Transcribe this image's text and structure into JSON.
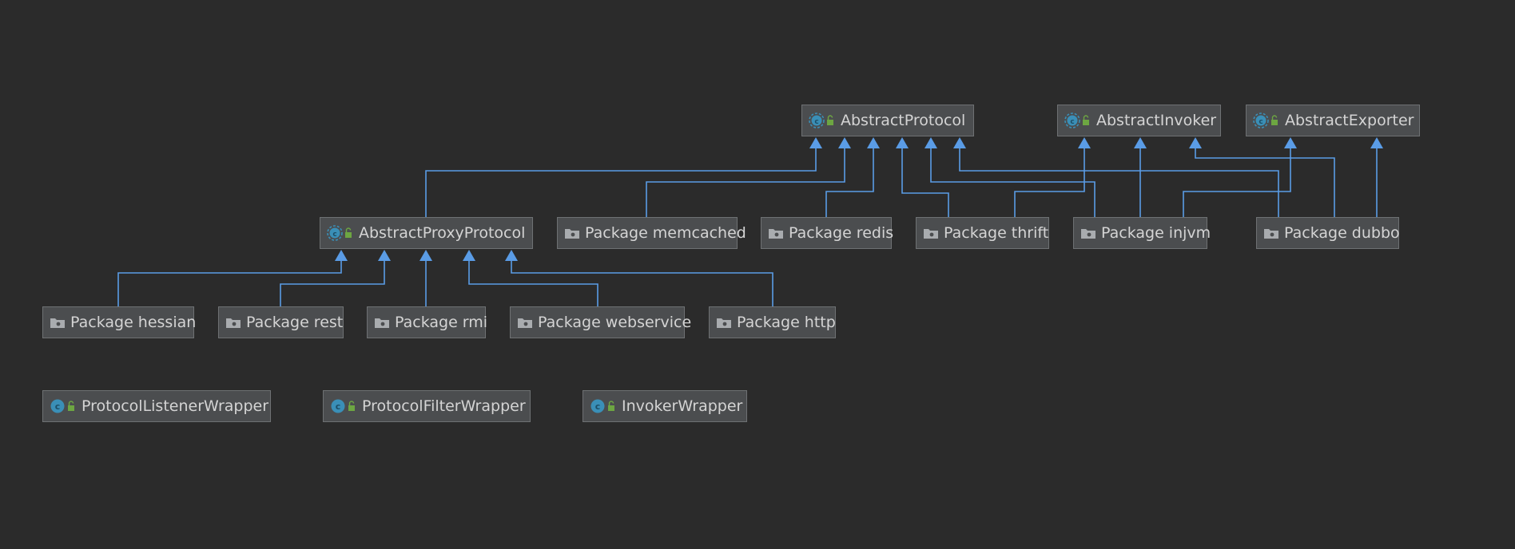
{
  "diagram": {
    "background": "#2b2b2b",
    "edge_color": "#5a9ce6",
    "nodes": [
      {
        "id": "abstract-protocol",
        "label": "AbstractProtocol",
        "kind": "abstract-class"
      },
      {
        "id": "abstract-invoker",
        "label": "AbstractInvoker",
        "kind": "abstract-class"
      },
      {
        "id": "abstract-exporter",
        "label": "AbstractExporter",
        "kind": "abstract-class"
      },
      {
        "id": "abstract-proxy-protocol",
        "label": "AbstractProxyProtocol",
        "kind": "abstract-class"
      },
      {
        "id": "package-memcached",
        "label": "Package memcached",
        "kind": "package"
      },
      {
        "id": "package-redis",
        "label": "Package redis",
        "kind": "package"
      },
      {
        "id": "package-thrift",
        "label": "Package thrift",
        "kind": "package"
      },
      {
        "id": "package-injvm",
        "label": "Package injvm",
        "kind": "package"
      },
      {
        "id": "package-dubbo",
        "label": "Package dubbo",
        "kind": "package"
      },
      {
        "id": "package-hessian",
        "label": "Package hessian",
        "kind": "package"
      },
      {
        "id": "package-rest",
        "label": "Package rest",
        "kind": "package"
      },
      {
        "id": "package-rmi",
        "label": "Package rmi",
        "kind": "package"
      },
      {
        "id": "package-webservice",
        "label": "Package webservice",
        "kind": "package"
      },
      {
        "id": "package-http",
        "label": "Package http",
        "kind": "package"
      },
      {
        "id": "protocol-listener-wrapper",
        "label": "ProtocolListenerWrapper",
        "kind": "class"
      },
      {
        "id": "protocol-filter-wrapper",
        "label": "ProtocolFilterWrapper",
        "kind": "class"
      },
      {
        "id": "invoker-wrapper",
        "label": "InvokerWrapper",
        "kind": "class"
      }
    ],
    "edges": [
      {
        "from": "abstract-proxy-protocol",
        "to": "abstract-protocol"
      },
      {
        "from": "package-memcached",
        "to": "abstract-protocol"
      },
      {
        "from": "package-redis",
        "to": "abstract-protocol"
      },
      {
        "from": "package-thrift",
        "to": "abstract-protocol"
      },
      {
        "from": "package-injvm",
        "to": "abstract-protocol"
      },
      {
        "from": "package-dubbo",
        "to": "abstract-protocol"
      },
      {
        "from": "package-thrift",
        "to": "abstract-invoker"
      },
      {
        "from": "package-injvm",
        "to": "abstract-invoker"
      },
      {
        "from": "package-dubbo",
        "to": "abstract-invoker"
      },
      {
        "from": "package-injvm",
        "to": "abstract-exporter"
      },
      {
        "from": "package-dubbo",
        "to": "abstract-exporter"
      },
      {
        "from": "package-hessian",
        "to": "abstract-proxy-protocol"
      },
      {
        "from": "package-rest",
        "to": "abstract-proxy-protocol"
      },
      {
        "from": "package-rmi",
        "to": "abstract-proxy-protocol"
      },
      {
        "from": "package-webservice",
        "to": "abstract-proxy-protocol"
      },
      {
        "from": "package-http",
        "to": "abstract-proxy-protocol"
      }
    ]
  }
}
